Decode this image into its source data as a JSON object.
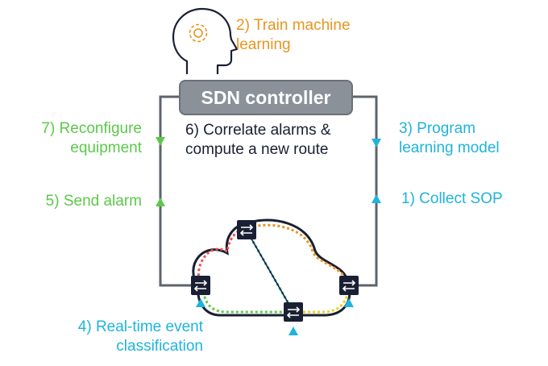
{
  "controller": {
    "label": "SDN controller"
  },
  "steps": {
    "s1": "1) Collect SOP",
    "s2_line1": "2) Train machine",
    "s2_line2": "learning",
    "s3_line1": "3) Program",
    "s3_line2": "learning model",
    "s4_line1": "4) Real-time event",
    "s4_line2": "classification",
    "s5": "5) Send alarm",
    "s6_line1": "6) Correlate alarms &",
    "s6_line2": "compute a new route",
    "s7_line1": "7) Reconfigure",
    "s7_line2": "equipment"
  },
  "colors": {
    "orange": "#e8951f",
    "green": "#5cc84a",
    "cyan": "#1eb4dc",
    "dark": "#1a2033",
    "controller_fill": "#8a9199",
    "line_gray": "#5d646c"
  },
  "icons": {
    "head": "head-gear-icon",
    "router": "router-switch-icon"
  }
}
